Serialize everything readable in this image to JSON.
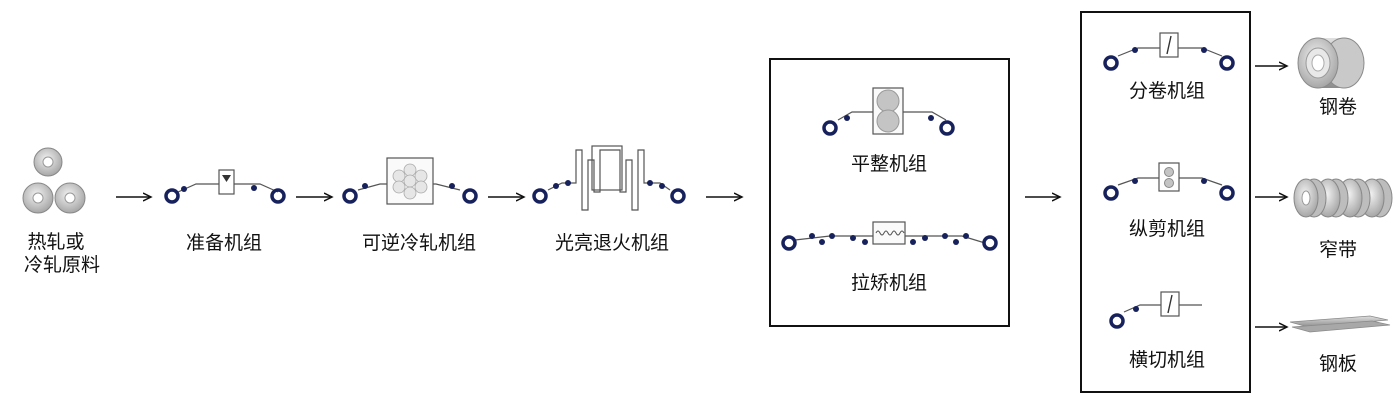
{
  "stages": {
    "raw_material": [
      "热轧或",
      "冷轧原料"
    ],
    "prep": "准备机组",
    "reverse_rolling": "可逆冷轧机组",
    "bright_annealing": "光亮退火机组"
  },
  "group_a": {
    "skin_pass": "平整机组",
    "tension_leveling": "拉矫机组"
  },
  "group_b": {
    "recoiling": "分卷机组",
    "slitting": "纵剪机组",
    "cut_to_length": "横切机组"
  },
  "products": {
    "coil": "钢卷",
    "strip": "窄带",
    "plate": "钢板"
  },
  "colors": {
    "roll": "#17215c",
    "line": "#555555",
    "frame": "#111111",
    "metal": "#bdbdbd"
  }
}
